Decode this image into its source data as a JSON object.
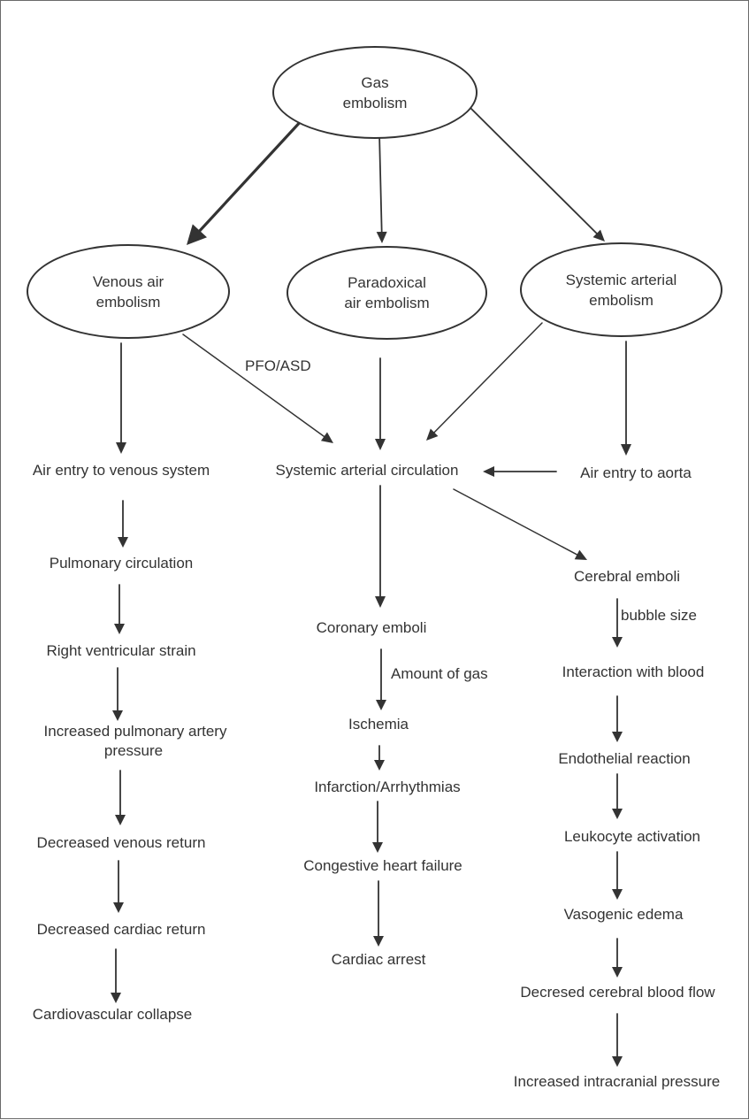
{
  "ellipses": {
    "gas": {
      "line1": "Gas",
      "line2": "embolism"
    },
    "venous": {
      "line1": "Venous air",
      "line2": "embolism"
    },
    "paradoxical": {
      "line1": "Paradoxical",
      "line2": "air embolism"
    },
    "systemic": {
      "line1": "Systemic arterial",
      "line2": "embolism"
    }
  },
  "left_column": [
    "Air entry to venous system",
    "Pulmonary circulation",
    "Right ventricular strain",
    "Increased pulmonary artery",
    "pressure",
    "Decreased venous return",
    "Decreased cardiac return",
    "Cardiovascular collapse"
  ],
  "middle_column": [
    "Systemic arterial circulation",
    "Coronary emboli",
    "Ischemia",
    "Infarction/Arrhythmias",
    "Congestive heart failure",
    "Cardiac arrest"
  ],
  "right_column": [
    "Air entry to aorta",
    "Cerebral emboli",
    "Interaction with blood",
    "Endothelial reaction",
    "Leukocyte activation",
    "Vasogenic edema",
    "Decresed cerebral blood flow",
    "Increased intracranial pressure"
  ],
  "edge_labels": {
    "pfo": "PFO/ASD",
    "amount": "Amount of gas",
    "bubble": "bubble size"
  },
  "colors": {
    "line": "#333333",
    "border": "#6a6a6a",
    "text": "#333333"
  }
}
